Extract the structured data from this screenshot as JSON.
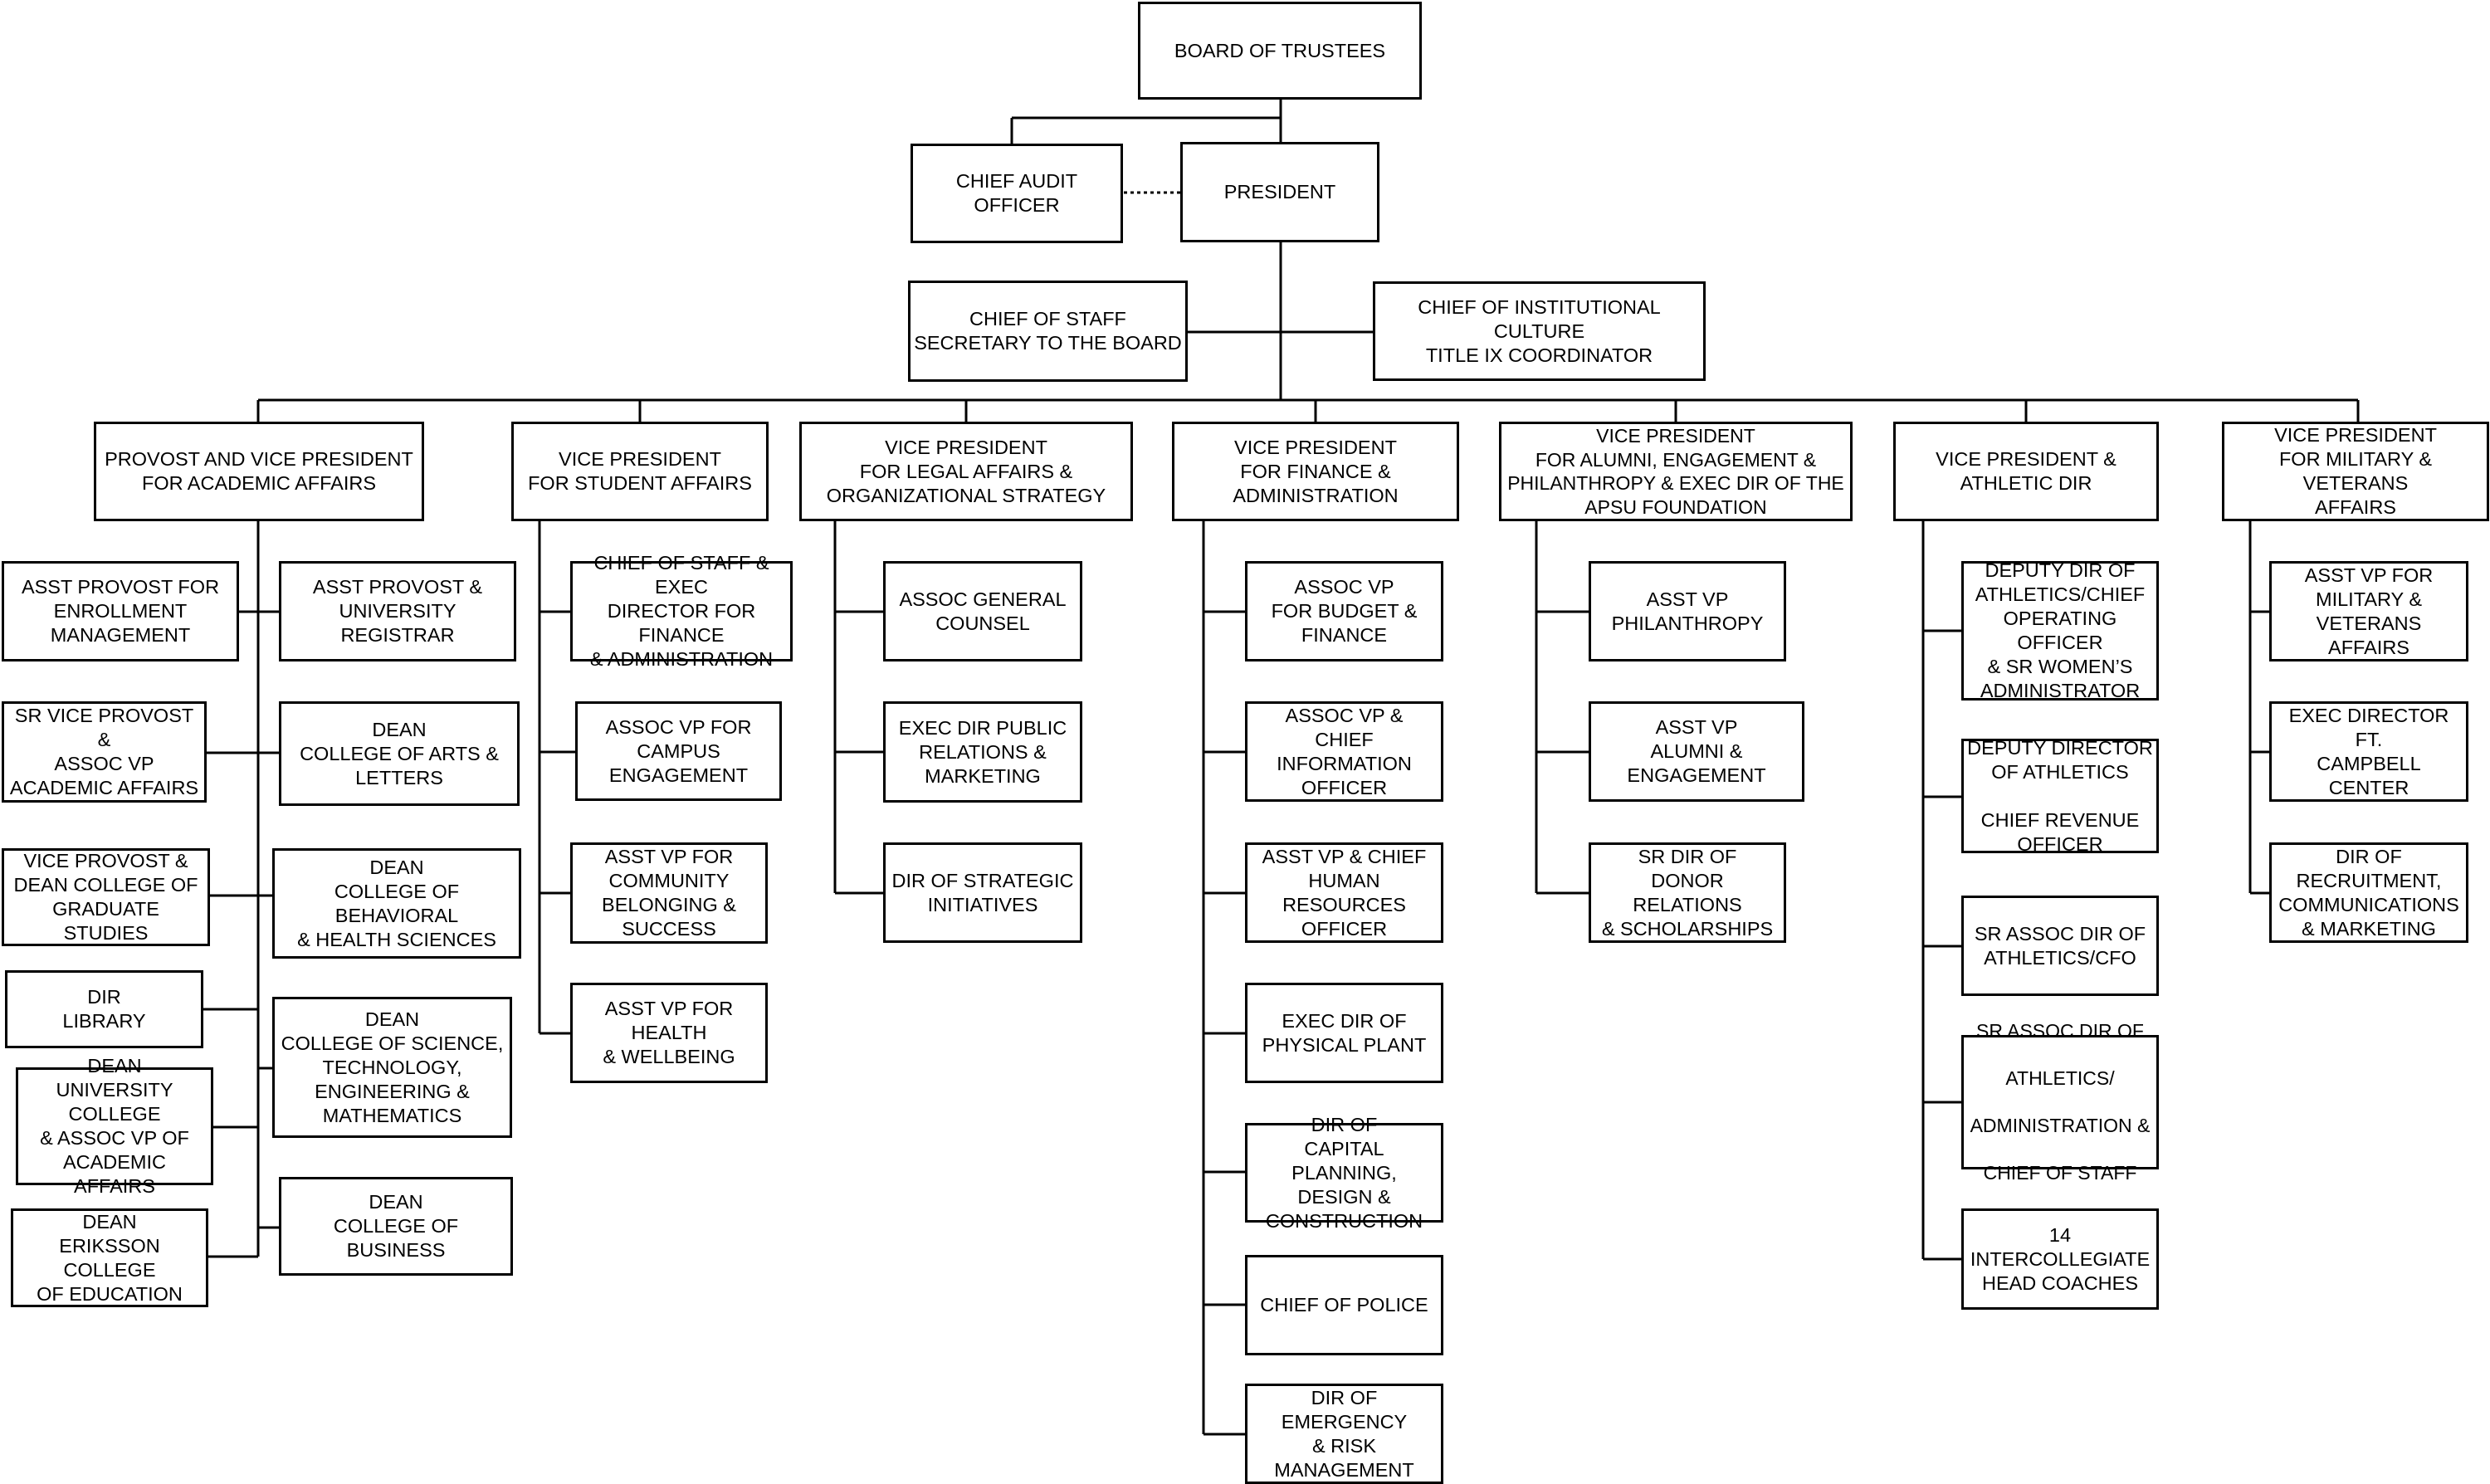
{
  "boxes": {
    "board": "BOARD OF TRUSTEES",
    "audit": "CHIEF AUDIT OFFICER",
    "president": "PRESIDENT",
    "cos_board": "CHIEF  OF STAFF\nSECRETARY TO THE BOARD",
    "culture": "CHIEF  OF INSTITUTIONAL CULTURE\nTITLE IX COORDINATOR",
    "provost": "PROVOST AND VICE PRESIDENT\nFOR ACADEMIC AFFAIRS",
    "vp_student": "VICE PRESIDENT\nFOR STUDENT AFFAIRS",
    "vp_legal": "VICE PRESIDENT\nFOR LEGAL AFFAIRS &\nORGANIZATIONAL STRATEGY",
    "vp_finance": "VICE PRESIDENT\nFOR FINANCE &\nADMINISTRATION",
    "vp_alumni": "VICE PRESIDENT\nFOR ALUMNI, ENGAGEMENT &\nPHILANTHROPY & EXEC DIR OF THE\nAPSU FOUNDATION",
    "vp_athletic": "VICE PRESIDENT &\nATHLETIC DIR",
    "vp_military": "VICE PRESIDENT\nFOR MILITARY & VETERANS\nAFFAIRS",
    "ap_enroll": "ASST PROVOST FOR\nENROLLMENT\nMANAGEMENT",
    "ap_registrar": "ASST PROVOST &\nUNIVERSITY REGISTRAR",
    "svp_provost": "SR VICE PROVOST &\nASSOC VP\nACADEMIC AFFAIRS",
    "dean_arts": "DEAN\nCOLLEGE OF ARTS &\nLETTERS",
    "vp_grad": "VICE PROVOST &\nDEAN COLLEGE OF\nGRADUATE STUDIES",
    "dean_behav": "DEAN\nCOLLEGE OF BEHAVIORAL\n& HEALTH SCIENCES",
    "dir_library": "DIR\nLIBRARY",
    "dean_stem": "DEAN\nCOLLEGE OF SCIENCE,\nTECHNOLOGY,\nENGINEERING &\nMATHEMATICS",
    "dean_univ": "DEAN\nUNIVERSITY COLLEGE\n& ASSOC VP OF\nACADEMIC AFFAIRS",
    "dean_business": "DEAN\nCOLLEGE OF BUSINESS",
    "dean_edu": "DEAN\nERIKSSON COLLEGE\nOF EDUCATION",
    "sa_cos": "CHIEF OF STAFF & EXEC\nDIRECTOR FOR FINANCE\n& ADMINISTRATION",
    "sa_campus": "ASSOC VP FOR\nCAMPUS\nENGAGEMENT",
    "sa_community": "ASST VP FOR\nCOMMUNITY\nBELONGING &\nSUCCESS",
    "sa_health": "ASST VP FOR HEALTH\n& WELLBEING",
    "lg_counsel": "ASSOC GENERAL\nCOUNSEL",
    "lg_pr": "EXEC DIR PUBLIC\nRELATIONS &\nMARKETING",
    "lg_strategic": "DIR OF STRATEGIC\nINITIATIVES",
    "fn_budget": "ASSOC VP\nFOR BUDGET &\nFINANCE",
    "fn_cio": "ASSOC VP &\nCHIEF INFORMATION\nOFFICER",
    "fn_hr": "ASST VP & CHIEF\nHUMAN RESOURCES\nOFFICER",
    "fn_plant": "EXEC DIR OF\nPHYSICAL PLANT",
    "fn_capital": "DIR OF\nCAPITAL PLANNING,\nDESIGN &\nCONSTRUCTION",
    "fn_police": "CHIEF OF POLICE",
    "fn_emergency": "DIR OF EMERGENCY\n& RISK\nMANAGEMENT",
    "al_phil": "ASST VP\nPHILANTHROPY",
    "al_alumni": "ASST VP\nALUMNI &\nENGAGEMENT",
    "al_donor": "SR DIR OF\nDONOR RELATIONS\n& SCHOLARSHIPS",
    "at_deputy1": "DEPUTY DIR OF\nATHLETICS/CHIEF\nOPERATING OFFICER\n& SR WOMEN’S\nADMINISTRATOR",
    "at_deputy2": "DEPUTY DIRECTOR\nOF ATHLETICS\n\nCHIEF REVENUE\nOFFICER",
    "at_cfo": "SR ASSOC DIR OF\nATHLETICS/CFO",
    "at_cos": "SR ASSOC DIR OF\n\nATHLETICS/\n\nADMINISTRATION &\n\nCHIEF OF STAFF",
    "at_coaches": "14 INTERCOLLEGIATE\nHEAD COACHES",
    "ml_asst": "ASST VP FOR\nMILITARY &\nVETERANS AFFAIRS",
    "ml_campbell": "EXEC DIRECTOR FT.\nCAMPBELL CENTER",
    "ml_recruit": "DIR OF\nRECRUITMENT,\nCOMMUNICATIONS\n& MARKETING"
  }
}
